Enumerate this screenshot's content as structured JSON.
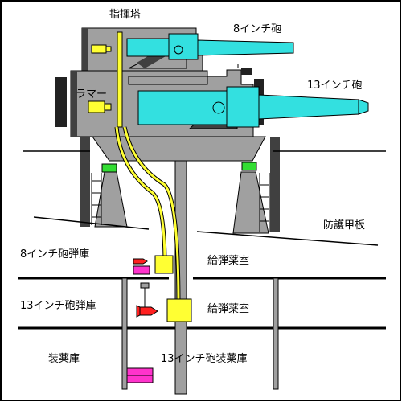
{
  "labels": {
    "command_tower": "指揮塔",
    "gun_8inch": "8インチ砲",
    "gun_13inch": "13インチ砲",
    "rammer": "ラマー",
    "armor_deck": "防護甲板",
    "magazine_8inch": "8インチ砲弾庫",
    "magazine_13inch": "13インチ砲弾庫",
    "handling_room_upper": "給弾薬室",
    "handling_room_lower": "給弾薬室",
    "powder_room": "装薬庫",
    "powder_room_13inch": "13インチ砲装薬庫"
  },
  "colors": {
    "turret": "#a0a0a0",
    "dark": "#404040",
    "barrel": "#33e0e0",
    "hoist": "#ffff33",
    "shell_red": "#ff2020",
    "powder_magenta": "#ff33cc",
    "roller_green": "#33dd33"
  }
}
